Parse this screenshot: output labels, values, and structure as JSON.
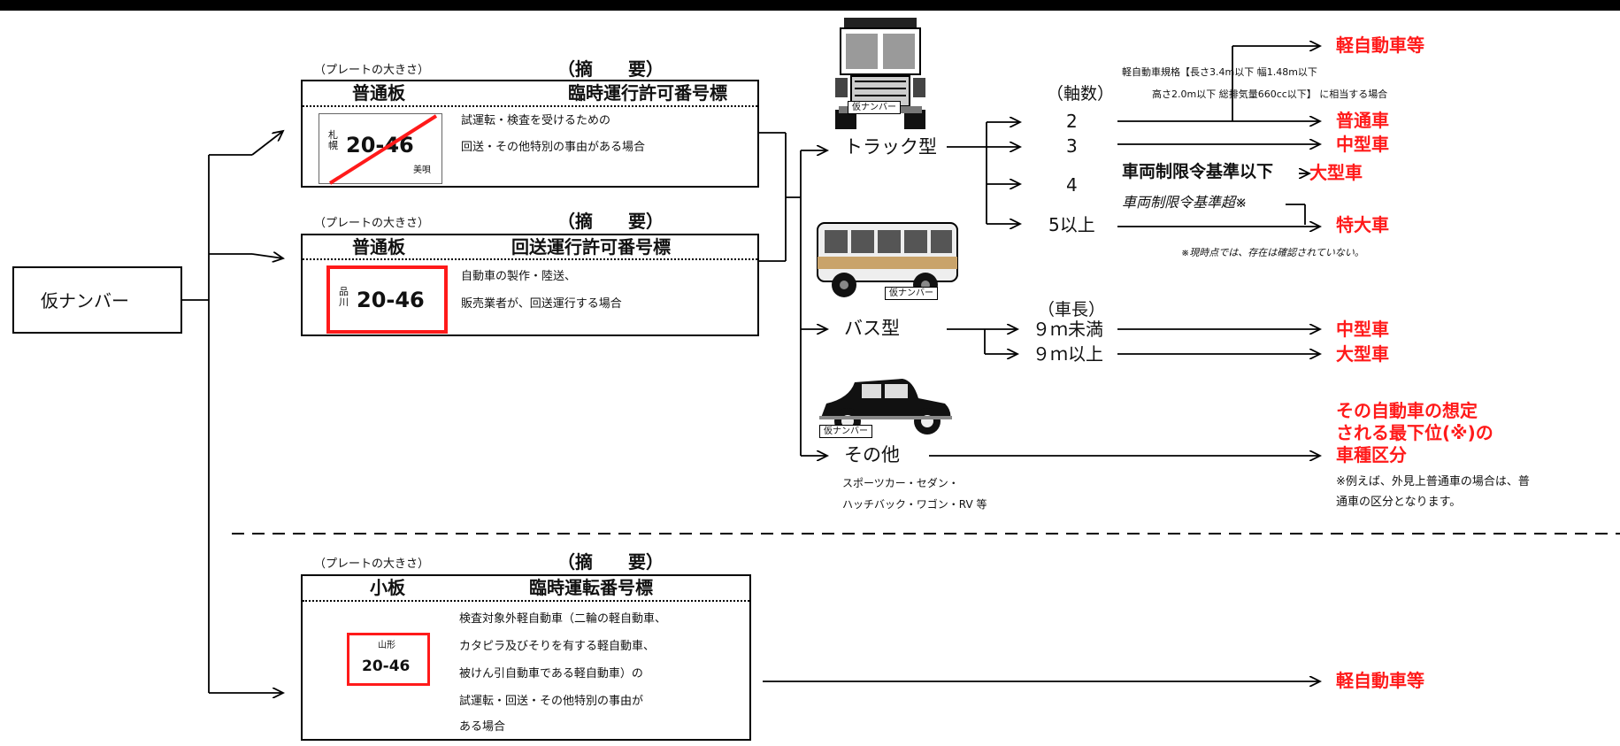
{
  "root_label": "仮ナンバー",
  "plate_size_caption": "（プレートの大きさ）",
  "summary_caption": "（摘　　要）",
  "box1": {
    "size_label": "普通板",
    "title": "臨時運行許可番号標",
    "desc_lines": [
      "試運転・検査を受けるための",
      "回送・その他特別の事由がある場合"
    ],
    "plate": {
      "region": "札幌",
      "number": "20-46",
      "sub": "美唄"
    }
  },
  "box2": {
    "size_label": "普通板",
    "title": "回送運行許可番号標",
    "desc_lines": [
      "自動車の製作・陸送、",
      "販売業者が、回送運行する場合"
    ],
    "plate": {
      "region": "品川",
      "number": "20-46"
    }
  },
  "box3": {
    "size_label": "小板",
    "title": "臨時運転番号標",
    "desc_lines": [
      "検査対象外軽自動車（二輪の軽自動車、",
      "カタピラ及びそりを有する軽自動車、",
      "被けん引自動車である軽自動車）の",
      "試運転・回送・その他特別の事由が",
      "ある場合"
    ],
    "plate": {
      "region": "山形",
      "number": "20-46"
    }
  },
  "vehicles": {
    "karinumber_tag": "仮ナンバー",
    "truck_label": "トラック型",
    "bus_label": "バス型",
    "other_label": "その他",
    "other_note_lines": [
      "スポーツカー・セダン・",
      "ハッチバック・ワゴン・RV 等"
    ]
  },
  "truck_branch": {
    "axle_header": "（軸数）",
    "axles": [
      "2",
      "3",
      "4",
      "5以上"
    ],
    "kei_rule_lines": [
      "軽自動車規格【長さ3.4m以下 幅1.48m以下",
      "高さ2.0m以下 総排気量660cc以下】 に相当する場合"
    ],
    "limit_below": "車両制限令基準以下",
    "limit_above": "車両制限令基準超※",
    "footnote": "※現時点では、存在は確認されていない。"
  },
  "bus_branch": {
    "length_header": "（車長）",
    "lengths": [
      "９ｍ未満",
      "９ｍ以上"
    ]
  },
  "results": {
    "kei": "軽自動車等",
    "futsu": "普通車",
    "chugata": "中型車",
    "ogata": "大型車",
    "tokudai": "特大車",
    "bus_chugata": "中型車",
    "bus_ogata": "大型車",
    "other_lines": [
      "その自動車の想定",
      "される最下位(※)の",
      "車種区分"
    ],
    "other_note_lines": [
      "※例えば、外見上普通車の場合は、普",
      "通車の区分となります。"
    ],
    "kei_small": "軽自動車等"
  },
  "colors": {
    "accent_red": "#ff1a1a",
    "line": "#000000"
  },
  "icons": [
    "truck-icon",
    "bus-icon",
    "car-icon"
  ]
}
